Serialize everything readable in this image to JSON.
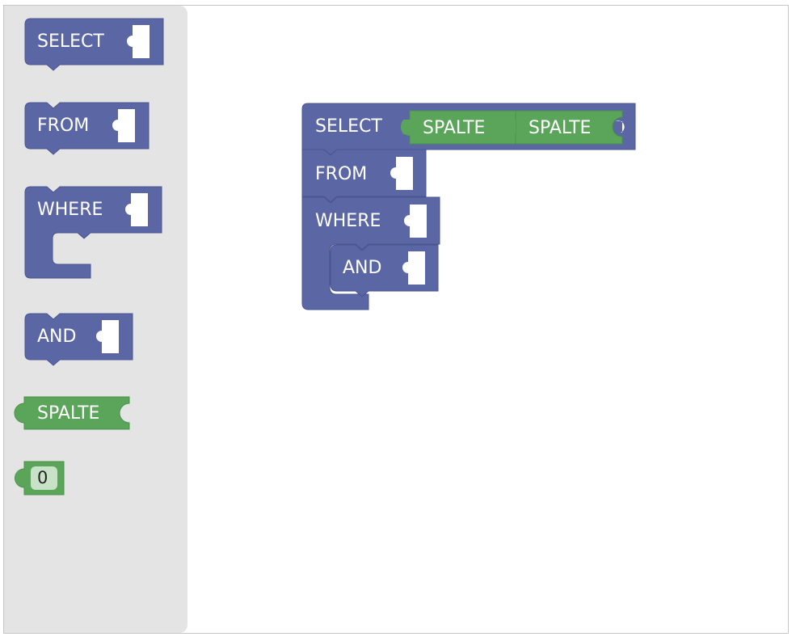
{
  "colors": {
    "statement_block": "#5b67a5",
    "value_block": "#5ba55b",
    "toolbox_bg": "#e4e4e4",
    "workspace_bg": "#ffffff"
  },
  "toolbox": {
    "select_label": "SELECT",
    "from_label": "FROM",
    "where_label": "WHERE",
    "and_label": "AND",
    "spalte_label": "SPALTE",
    "number_value": "0"
  },
  "workspace": {
    "select_label": "SELECT",
    "spalte_1": "SPALTE",
    "spalte_2": "SPALTE",
    "from_label": "FROM",
    "where_label": "WHERE",
    "and_label": "AND"
  }
}
